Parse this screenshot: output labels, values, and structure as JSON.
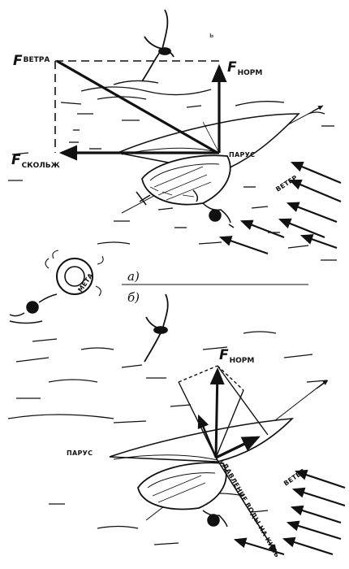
{
  "panel_a": {
    "label": "а)",
    "force_sail_main": "F",
    "force_sail_sub": "ВЕТРА",
    "force_norm_main": "F",
    "force_norm_sub": "НОРМ",
    "force_slide_main": "F",
    "force_slide_sub": "СКОЛЬЖ",
    "sail_label": "ПАРУС",
    "wind_label": "ВЕТЕР"
  },
  "panel_b": {
    "label": "б)",
    "force_norm_main": "F",
    "force_norm_sub": "НОРМ",
    "sail_label": "ПАРУС",
    "wind_label": "ВЕТЕР",
    "keel_label": "ДАВЛЕНИЕ ВОДЫ НА КИЛЬ"
  },
  "buoy_label": "МЕТА",
  "sketch_mark": "ь"
}
